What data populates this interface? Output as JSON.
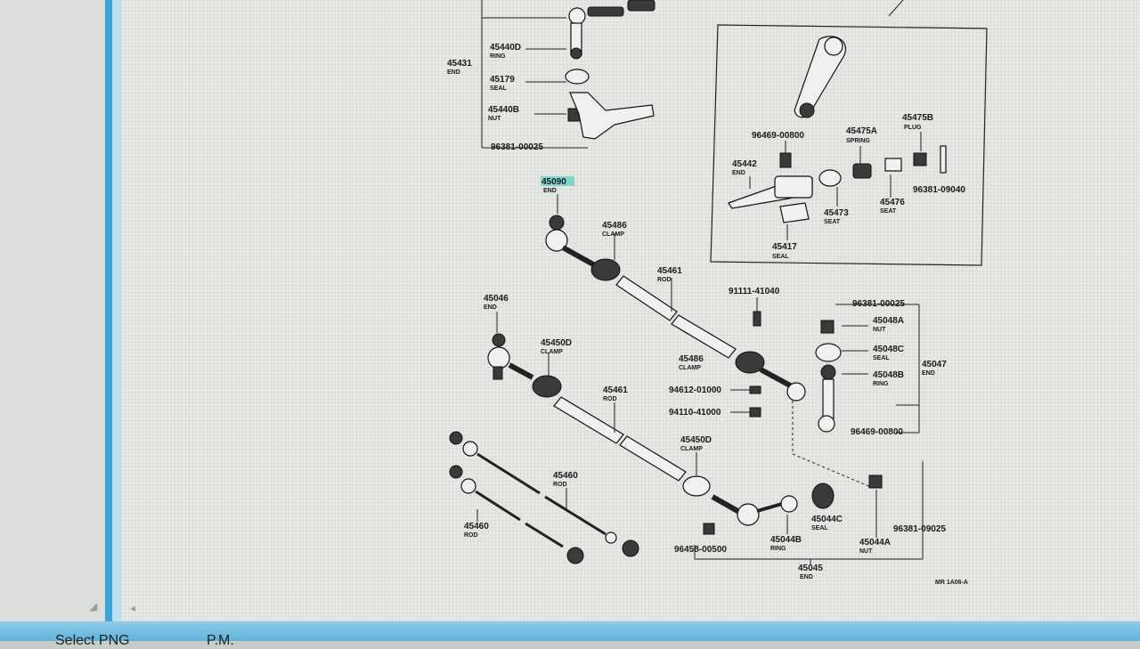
{
  "status": {
    "left_text": "Select PNG",
    "mid_text": "P.M."
  },
  "diagram": {
    "code": "MR 1A06-A",
    "labels": [
      {
        "num": "45440D",
        "name": "RING"
      },
      {
        "num": "45431",
        "name": "END"
      },
      {
        "num": "45179",
        "name": "SEAL"
      },
      {
        "num": "45440B",
        "name": "NUT"
      },
      {
        "num": "96381-00025",
        "name": ""
      },
      {
        "num": "45090",
        "name": "END"
      },
      {
        "num": "45486",
        "name": "CLAMP"
      },
      {
        "num": "45461",
        "name": "ROD"
      },
      {
        "num": "91111-41040",
        "name": ""
      },
      {
        "num": "45046",
        "name": "END"
      },
      {
        "num": "45450D",
        "name": "CLAMP"
      },
      {
        "num": "45461",
        "name": "ROD"
      },
      {
        "num": "45486",
        "name": "CLAMP"
      },
      {
        "num": "94612-01000",
        "name": ""
      },
      {
        "num": "94110-41000",
        "name": ""
      },
      {
        "num": "45450D",
        "name": "CLAMP"
      },
      {
        "num": "45460",
        "name": "ROD"
      },
      {
        "num": "45460",
        "name": "ROD"
      },
      {
        "num": "96458-00500",
        "name": ""
      },
      {
        "num": "45044B",
        "name": "RING"
      },
      {
        "num": "45044C",
        "name": "SEAL"
      },
      {
        "num": "45044A",
        "name": "NUT"
      },
      {
        "num": "96381-09025",
        "name": ""
      },
      {
        "num": "45045",
        "name": "END"
      },
      {
        "num": "96381-00025",
        "name": ""
      },
      {
        "num": "45048A",
        "name": "NUT"
      },
      {
        "num": "45048C",
        "name": "SEAL"
      },
      {
        "num": "45048B",
        "name": "RING"
      },
      {
        "num": "45047",
        "name": "END"
      },
      {
        "num": "96469-00800",
        "name": ""
      },
      {
        "num": "96469-00800",
        "name": ""
      },
      {
        "num": "45475A",
        "name": "SPRING"
      },
      {
        "num": "45475B",
        "name": "PLUG"
      },
      {
        "num": "45442",
        "name": "END"
      },
      {
        "num": "45473",
        "name": "SEAT"
      },
      {
        "num": "45476",
        "name": "SEAT"
      },
      {
        "num": "96381-09040",
        "name": ""
      },
      {
        "num": "45417",
        "name": "SEAL"
      }
    ]
  }
}
